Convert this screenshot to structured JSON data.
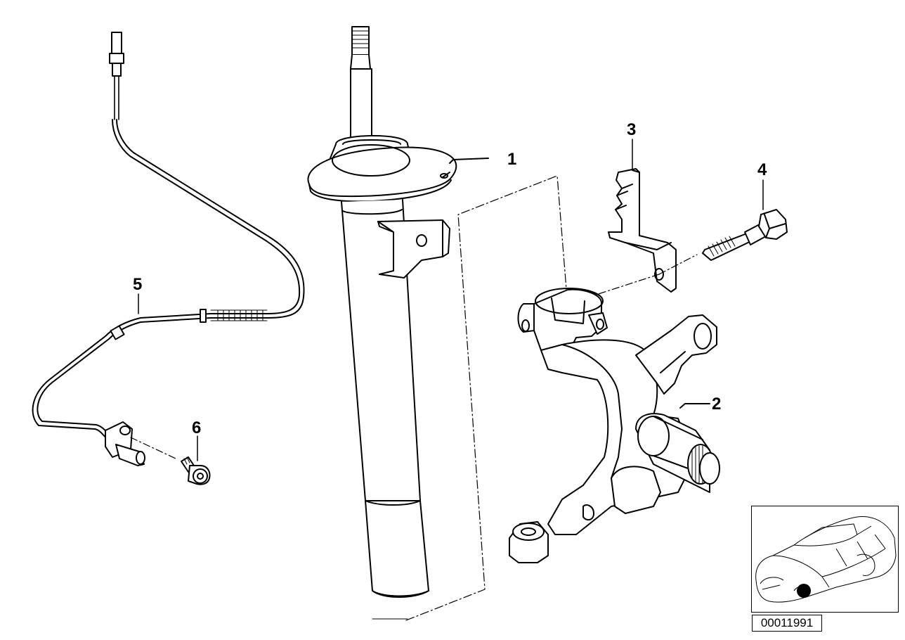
{
  "callouts": {
    "c1": "1",
    "c2": "2",
    "c3": "3",
    "c4": "4",
    "c5": "5",
    "c6": "6"
  },
  "diagram_number": "00011991",
  "colors": {
    "line": "#000000",
    "background": "#ffffff",
    "marker": "#000000"
  },
  "icons": [
    "strut-assembly",
    "steering-knuckle",
    "bracket",
    "hex-bolt",
    "abs-sensor-cable",
    "allen-screw",
    "car-locator"
  ]
}
